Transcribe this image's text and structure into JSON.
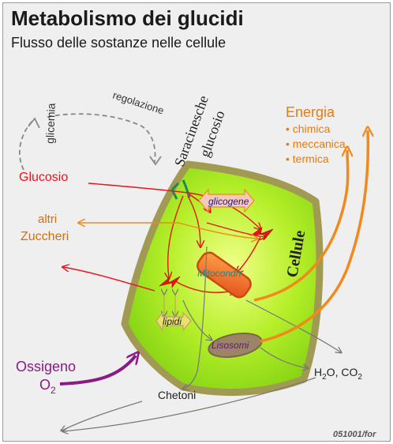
{
  "title": "Metabolismo dei glucidi",
  "subtitle": "Flusso delle sostanze nelle cellule",
  "labels": {
    "glicemia": "glicemia",
    "regolazione": "regolazione",
    "saracinesche": "Saracinesche",
    "glucosio_gate": "glucosio",
    "glucosio_input": "Glucosio",
    "altri": "altri",
    "zuccheri": "Zuccheri",
    "cellule": "Cellule",
    "glicogene": "glicogene",
    "mitocondri": "Mitocondri",
    "lipidi": "lipidi",
    "lisosomi": "Lisosomi",
    "ossigeno": "Ossigeno",
    "o2": "O",
    "o2_sub": "2",
    "chetoni": "Chetoni",
    "h2o_h": "H",
    "h2o_sub": "2",
    "h2o_rest": "O, CO",
    "co2_sub": "2",
    "credit": "051001/for"
  },
  "energia": {
    "heading": "Energia",
    "items": [
      "• chimica",
      "• meccanica",
      "• termica"
    ]
  },
  "colors": {
    "red": "#e8141b",
    "orange": "#f08a1c",
    "purple": "#8a1a86",
    "cell_fill": "#a8e61e",
    "cell_border": "#a09a52",
    "teal": "#1a8a8a",
    "gray": "#888888"
  }
}
